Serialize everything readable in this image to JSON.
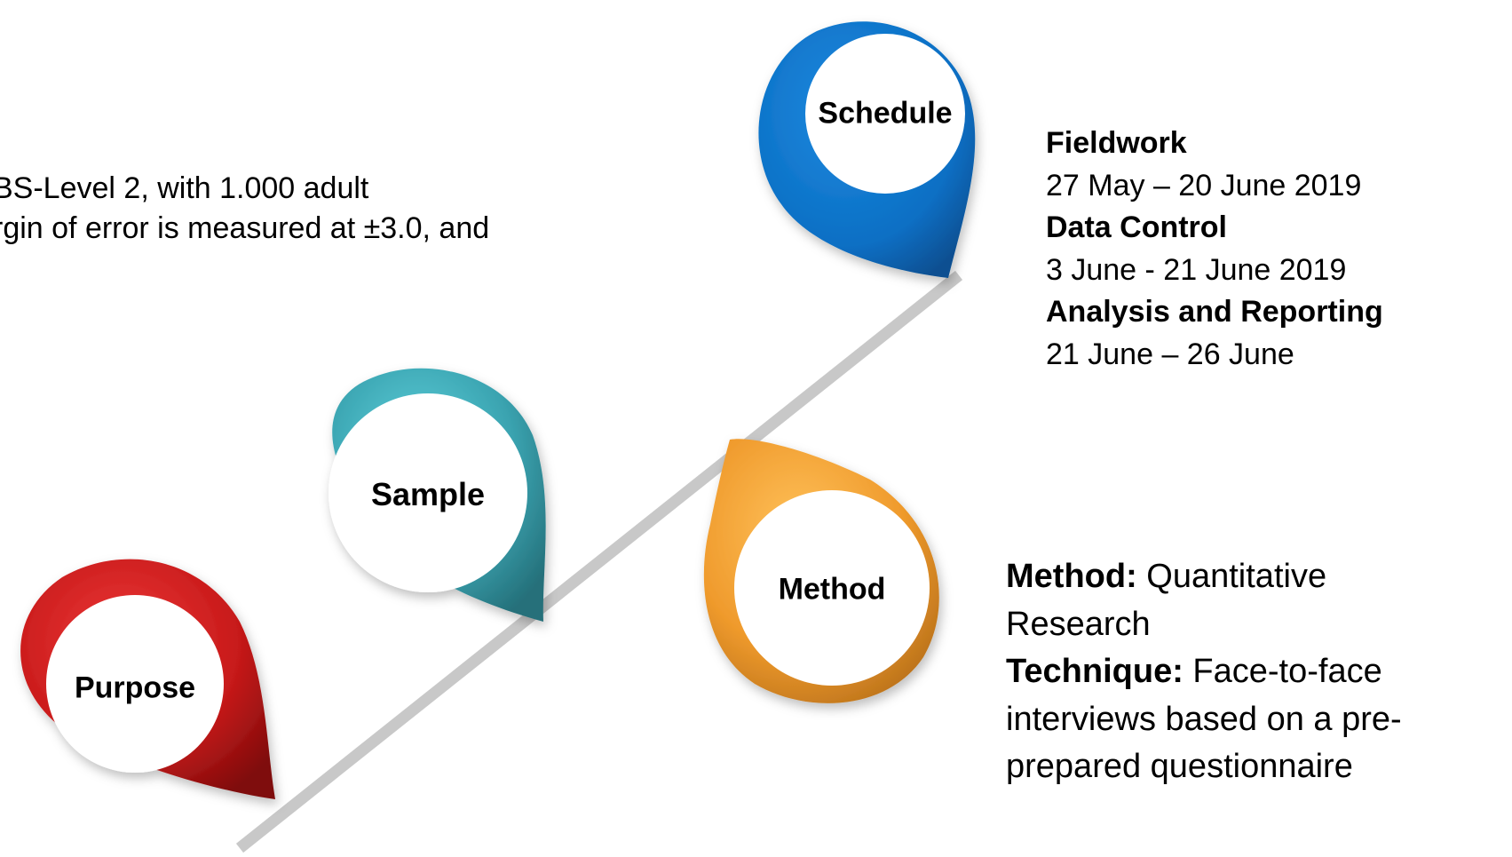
{
  "sample_text": {
    "line1": "BS-Level 2, with 1.000 adult",
    "line2": "rgin of error is measured at ±3.0, and"
  },
  "pins": {
    "schedule": {
      "label": "Schedule",
      "color": "#0a6fc4"
    },
    "sample": {
      "label": "Sample",
      "color": "#3aa3b0"
    },
    "method": {
      "label": "Method",
      "color": "#ef9a2c"
    },
    "purpose": {
      "label": "Purpose",
      "color": "#c81a1a"
    }
  },
  "schedule_details": {
    "fieldwork_label": "Fieldwork",
    "fieldwork_dates": "27 May – 20 June 2019",
    "data_control_label": "Data Control",
    "data_control_dates": "3 June - 21 June 2019",
    "analysis_label": "Analysis and Reporting",
    "analysis_dates": "21 June – 26 June"
  },
  "method_details": {
    "method_label": "Method:",
    "method_value": " Quantitative",
    "method_value_2": "Research",
    "technique_label": "Technique:",
    "technique_value": " Face-to-face",
    "technique_line2": "interviews based on a pre-",
    "technique_line3": "prepared questionnaire"
  },
  "colors": {
    "timeline_line": "#c8c8c8"
  }
}
